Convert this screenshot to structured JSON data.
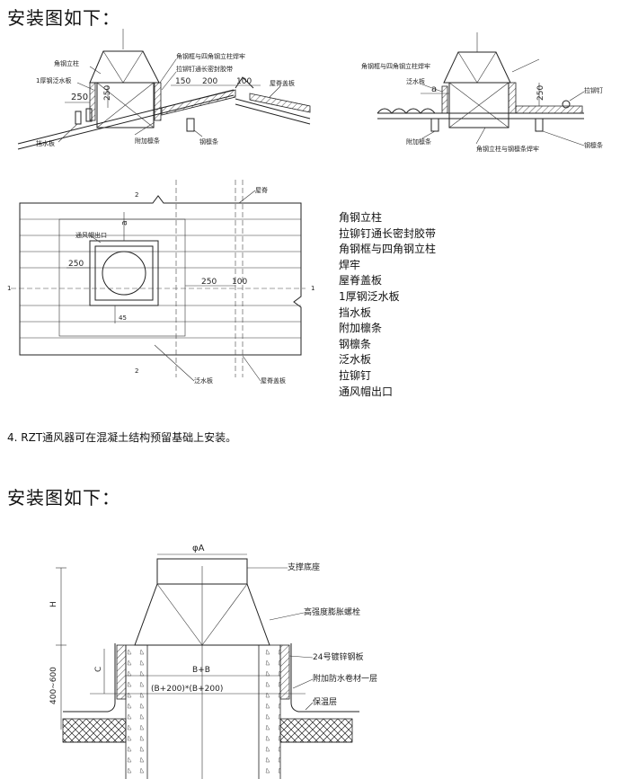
{
  "headings": {
    "install_1": "安装图如下：",
    "install_2": "安装图如下："
  },
  "note_text": "4. RZT通风器可在混凝土结构预留基础上安装。",
  "legend_items": [
    "角钢立柱",
    "拉铆钉通长密封胶带",
    "角钢框与四角钢立柱",
    "焊牢",
    "屋脊盖板",
    "1厚钢泛水板",
    "挡水板",
    "附加檩条",
    "钢檩条",
    "泛水板",
    "拉铆钉",
    "通风帽出口"
  ],
  "diagram1": {
    "labels": {
      "angle_post": "角钢立柱",
      "flashing_1mm": "1厚钢泛水板",
      "water_board": "挡水板",
      "extra_purlin": "附加檩条",
      "steel_purlin": "钢檩条",
      "frame_weld": "角钢框与四角钢立柱焊牢",
      "rivet_tape": "拉铆钉通长密封胶带",
      "ridge_cover": "屋脊盖板"
    },
    "dims": [
      "250",
      "150",
      "200",
      "100",
      "250"
    ]
  },
  "diagram2": {
    "labels": {
      "frame_weld": "角钢框与四角钢立柱焊牢",
      "flashing": "泛水板",
      "rivet": "拉铆钉",
      "extra_purlin": "附加檩条",
      "post_weld": "角钢立柱与钢檩条焊牢",
      "steel_purlin": "钢檩条"
    },
    "dims": [
      "a",
      "250"
    ]
  },
  "diagram3": {
    "labels": {
      "ridge": "屋脊",
      "outlet": "通风帽出口",
      "water_board": "泛水板",
      "ridge_board": "屋脊盖板"
    },
    "dims": [
      "a",
      "250",
      "250",
      "100",
      "45"
    ],
    "section_marks": [
      "2",
      "1",
      "1",
      "2"
    ]
  },
  "diagram4": {
    "labels": {
      "base": "支撑底座",
      "bolt": "高强度膨胀螺栓",
      "plate": "24号镀锌钢板",
      "membrane": "附加防水卷材一层",
      "insulation": "保温层"
    },
    "dims": {
      "phi": "φA",
      "h": "H",
      "c": "C",
      "height_range": "400~600",
      "inner": "B+B",
      "outer": "(B+200)*(B+200)"
    }
  }
}
